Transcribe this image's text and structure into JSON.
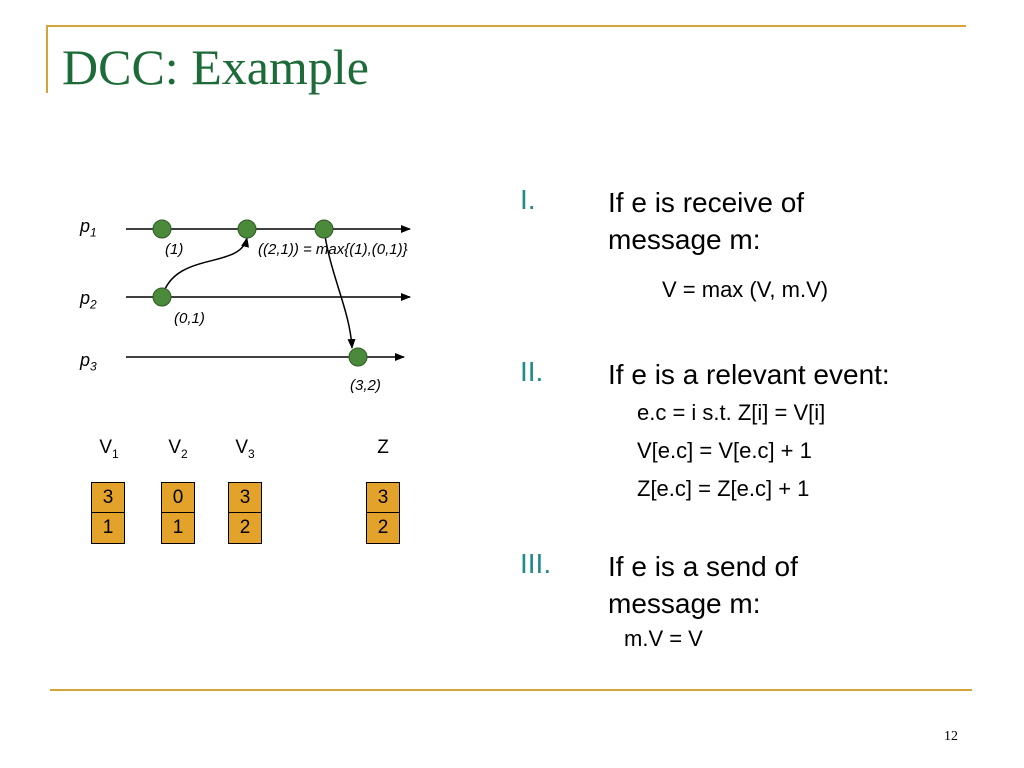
{
  "slide": {
    "title": "DCC: Example",
    "page_number": "12"
  },
  "diagram": {
    "processes": [
      {
        "name": "p",
        "sub": "1"
      },
      {
        "name": "p",
        "sub": "2"
      },
      {
        "name": "p",
        "sub": "3"
      }
    ],
    "annotations": {
      "p1_first": "(1)",
      "p1_overlap": "((2,1)) = max{(1),(0,1)}",
      "p2_first": "(0,1)",
      "p3_event": "(3,2)"
    }
  },
  "vectors": [
    {
      "name": "V",
      "sub": "1",
      "values": [
        "3",
        "1"
      ]
    },
    {
      "name": "V",
      "sub": "2",
      "values": [
        "0",
        "1"
      ]
    },
    {
      "name": "V",
      "sub": "3",
      "values": [
        "3",
        "2"
      ]
    },
    {
      "name": "Z",
      "sub": "",
      "values": [
        "3",
        "2"
      ]
    }
  ],
  "rules": [
    {
      "numeral": "I.",
      "text_line1": "If e is receive of",
      "text_line2": "message m:",
      "details": [
        "V = max (V, m.V)"
      ]
    },
    {
      "numeral": "II.",
      "text_line1": "If e is a relevant event:",
      "text_line2": "",
      "details": [
        "e.c = i  s.t.  Z[i] = V[i]",
        "V[e.c] = V[e.c] + 1",
        "Z[e.c] = Z[e.c] + 1"
      ]
    },
    {
      "numeral": "III.",
      "text_line1": "If e is a send of",
      "text_line2": "message m:",
      "details": [
        "m.V = V"
      ]
    }
  ],
  "colors": {
    "title": "#1d6b38",
    "accent_line": "#d4a43a",
    "event_dot": "#4a8a3a",
    "vector_cell": "#e3a22a",
    "numeral": "#1f8a8a"
  }
}
